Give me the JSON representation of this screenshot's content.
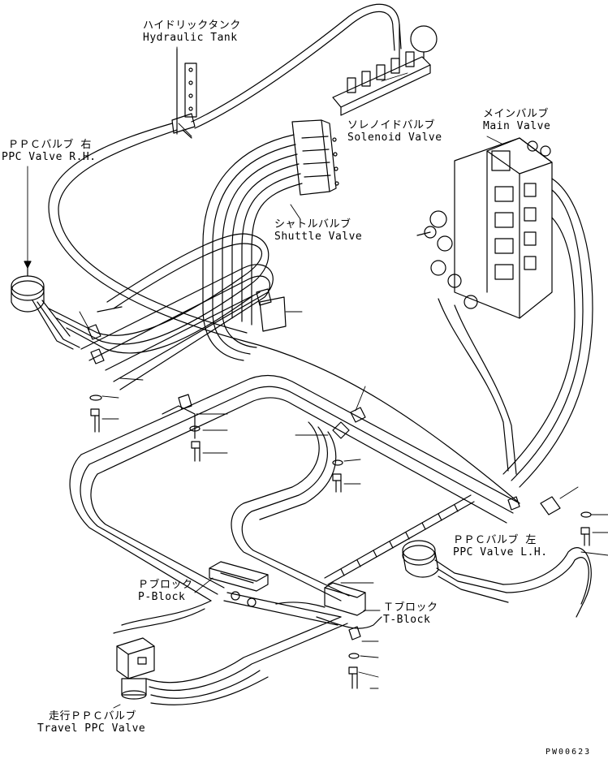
{
  "labels": {
    "hydraulic_tank": {
      "jp": "ハイドリックタンク",
      "en": "Hydraulic Tank"
    },
    "ppc_valve_rh": {
      "jp": "ＰＰＣバルブ 右",
      "en": "PPC Valve R.H."
    },
    "solenoid_valve": {
      "jp": "ソレノイドバルブ",
      "en": "Solenoid Valve"
    },
    "main_valve": {
      "jp": "メインバルブ",
      "en": "Main Valve"
    },
    "shuttle_valve": {
      "jp": "シャトルバルブ",
      "en": "Shuttle Valve"
    },
    "ppc_valve_lh": {
      "jp": "ＰＰＣバルブ 左",
      "en": "PPC Valve L.H."
    },
    "p_block": {
      "jp": "Ｐブロック",
      "en": "P-Block"
    },
    "t_block": {
      "jp": "Ｔブロック",
      "en": "T-Block"
    },
    "travel_ppc_valve": {
      "jp": "走行ＰＰＣバルブ",
      "en": "Travel PPC Valve"
    }
  },
  "drawing_ref": "PW00623"
}
